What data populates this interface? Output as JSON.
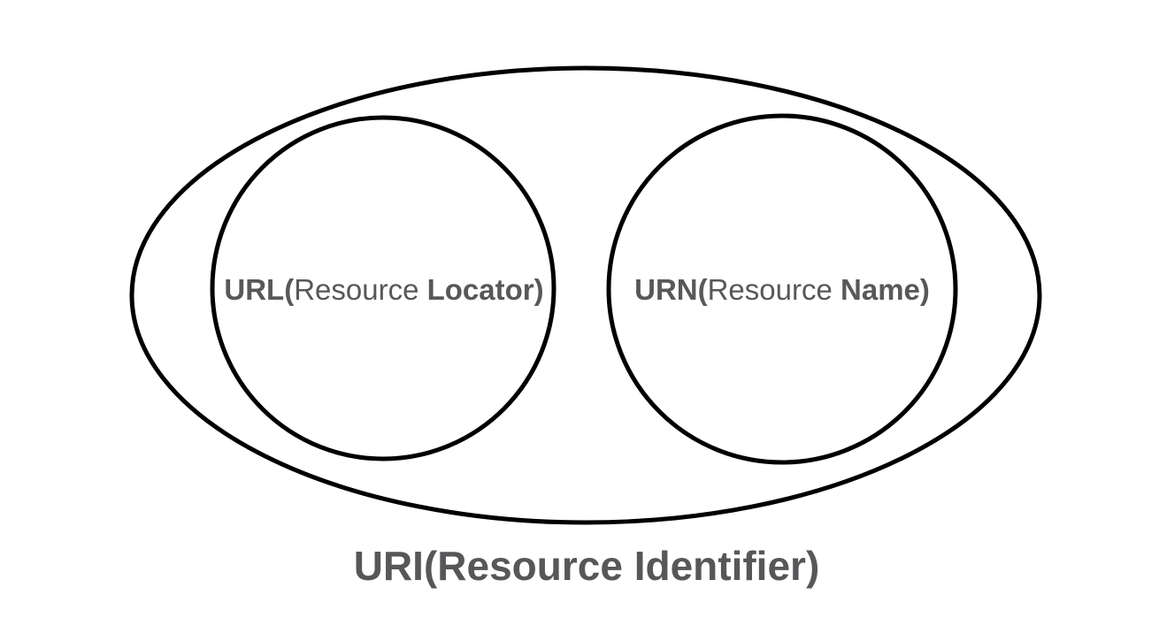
{
  "colors": {
    "background": "#ffffff",
    "shape_stroke": "#000000",
    "label_text": "#58585a"
  },
  "diagram": {
    "outer_ellipse": {
      "label": "URI(Resource Identifier)"
    },
    "left_circle": {
      "label_bold_start": "URL(",
      "label_regular": "Resource ",
      "label_bold_end": "Locator)"
    },
    "right_circle": {
      "label_bold_start": "URN(",
      "label_regular": "Resource ",
      "label_bold_end": "Name)"
    }
  }
}
